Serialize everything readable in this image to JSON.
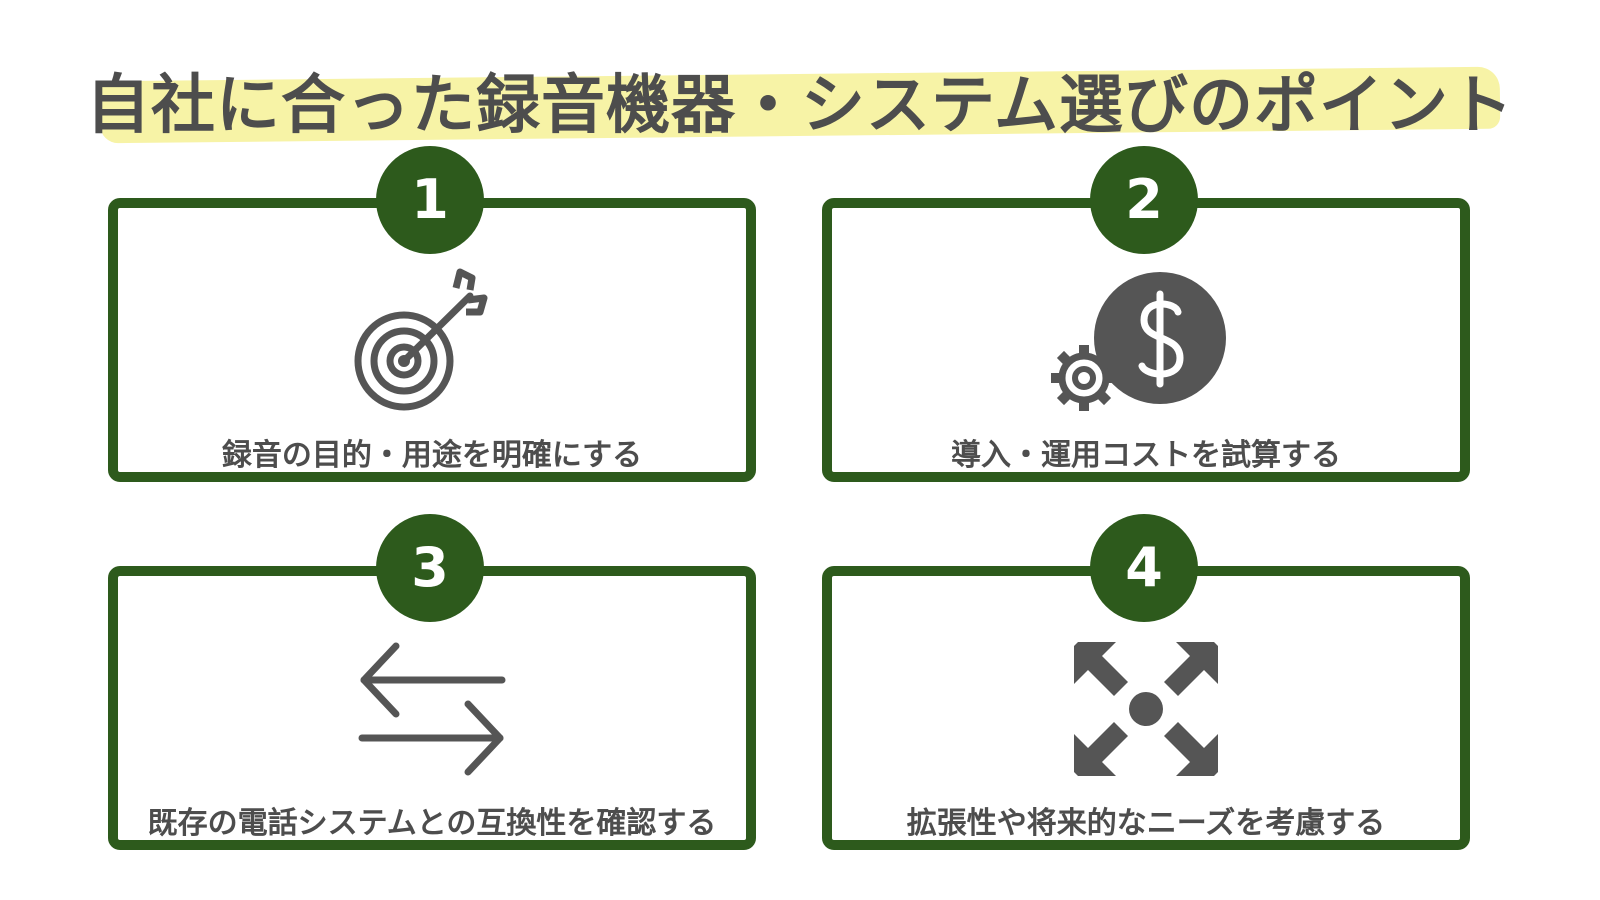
{
  "title": "自社に合った録音機器・システム選びのポイント",
  "cards": [
    {
      "number": "1",
      "label": "録音の目的・用途を明確にする",
      "icon": "target-icon"
    },
    {
      "number": "2",
      "label": "導入・運用コストを試算する",
      "icon": "dollar-gear-icon"
    },
    {
      "number": "3",
      "label": "既存の電話システムとの互換性を確認する",
      "icon": "swap-arrows-icon"
    },
    {
      "number": "4",
      "label": "拡張性や将来的なニーズを考慮する",
      "icon": "expand-arrows-icon"
    }
  ],
  "colors": {
    "accent": "#2d5a1c",
    "highlight": "#f7f3a6",
    "text": "#4d4d4d",
    "icon": "#555555"
  }
}
